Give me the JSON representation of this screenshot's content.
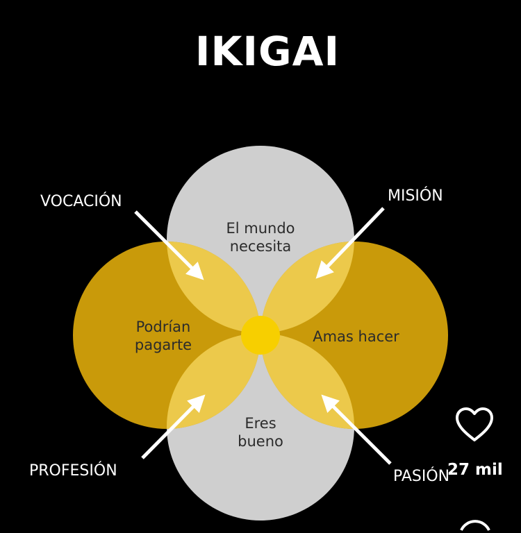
{
  "title": "IKIGAI",
  "circles": {
    "top": "El mundo\nnecesita",
    "left": "Podrían\npagarte",
    "right": "Amas hacer",
    "bottom": "Eres\nbueno"
  },
  "labels": {
    "vocacion": "VOCACIÓN",
    "mision": "MISIÓN",
    "profesion": "PROFESIÓN",
    "pasion": "PASIÓN"
  },
  "overlay": {
    "like_icon": "heart-outline-icon",
    "like_count": "27 mil"
  },
  "colors": {
    "background": "#000000",
    "gray_circle": "#cfcfcf",
    "gold_circle": "#c99a0a",
    "overlap": "#ecc94b",
    "center": "#f7cf00"
  }
}
